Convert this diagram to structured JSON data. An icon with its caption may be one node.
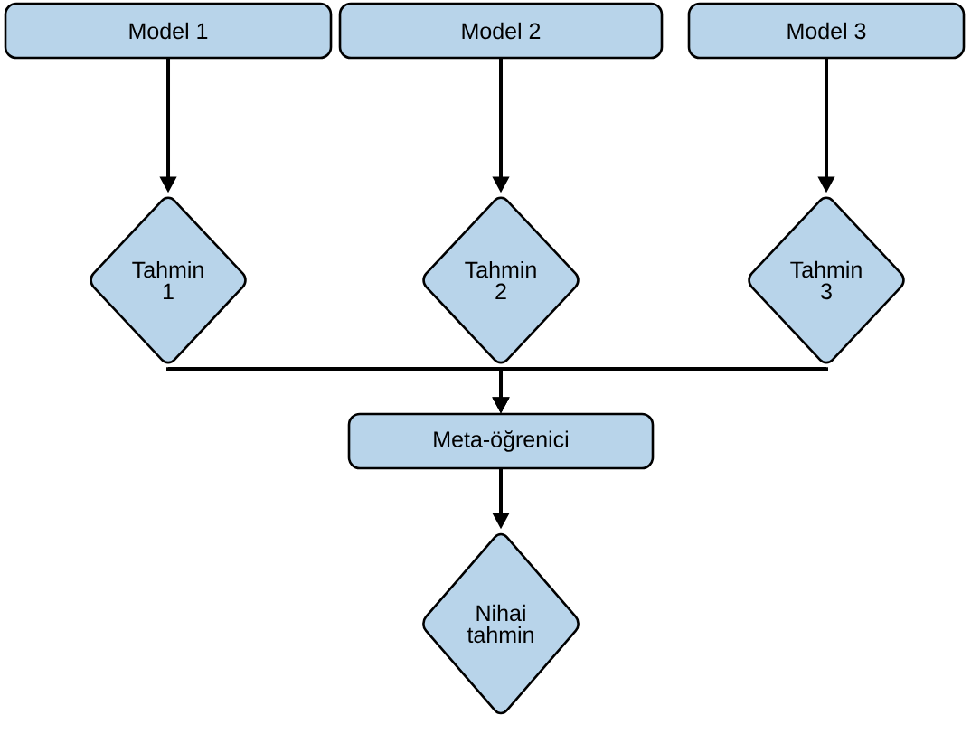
{
  "diagram": {
    "nodes": [
      {
        "text": [
          "Model 1"
        ]
      },
      {
        "text": [
          "Model 2"
        ]
      },
      {
        "text": [
          "Model 3"
        ]
      },
      {
        "text": [
          "Tahmin 1"
        ]
      },
      {
        "text": [
          "Tahmin 2"
        ]
      },
      {
        "text": [
          "Tahmin 3"
        ]
      },
      {
        "text": [
          "Meta-öğrenici"
        ]
      },
      {
        "text": [
          "Nihai tahmin"
        ]
      }
    ],
    "edges": [
      {
        "from": 0,
        "to": 3,
        "arrow": "to"
      },
      {
        "from": 1,
        "to": 4,
        "arrow": "to"
      },
      {
        "from": 2,
        "to": 5,
        "arrow": "to"
      },
      {
        "from": 3,
        "to": 6,
        "arrow": "to"
      },
      {
        "from": 4,
        "to": 6,
        "arrow": "to"
      },
      {
        "from": 5,
        "to": 6,
        "arrow": "to"
      },
      {
        "from": 6,
        "to": 7,
        "arrow": "to"
      }
    ]
  }
}
